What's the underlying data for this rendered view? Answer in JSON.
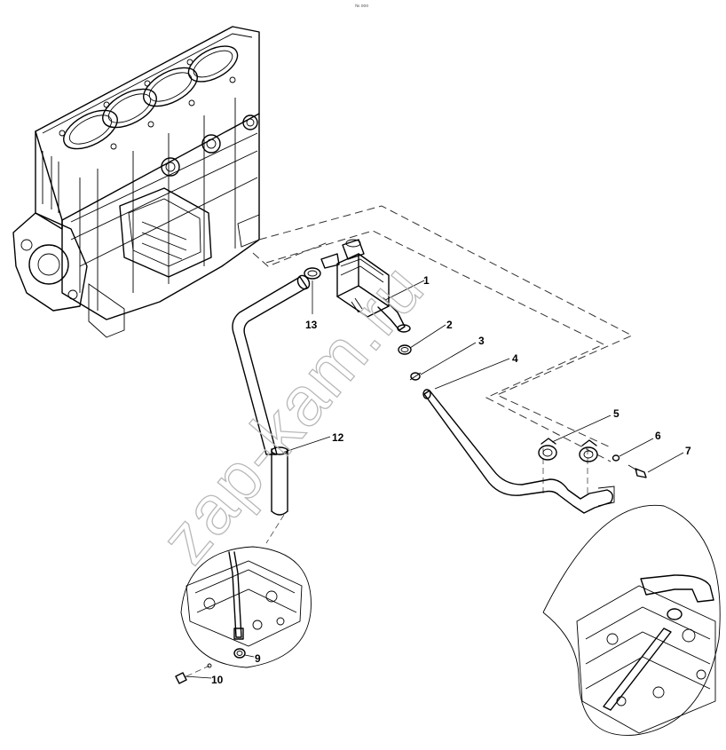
{
  "header": {
    "small_mark": "№ ооо"
  },
  "watermark": {
    "text": "zap-kam.ru"
  },
  "callouts": [
    {
      "id": "1",
      "label": "1"
    },
    {
      "id": "2",
      "label": "2"
    },
    {
      "id": "3",
      "label": "3"
    },
    {
      "id": "4",
      "label": "4"
    },
    {
      "id": "5",
      "label": "5"
    },
    {
      "id": "6",
      "label": "6"
    },
    {
      "id": "7",
      "label": "7"
    },
    {
      "id": "9",
      "label": "9"
    },
    {
      "id": "10",
      "label": "10"
    },
    {
      "id": "12",
      "label": "12"
    },
    {
      "id": "13",
      "label": "13"
    }
  ]
}
